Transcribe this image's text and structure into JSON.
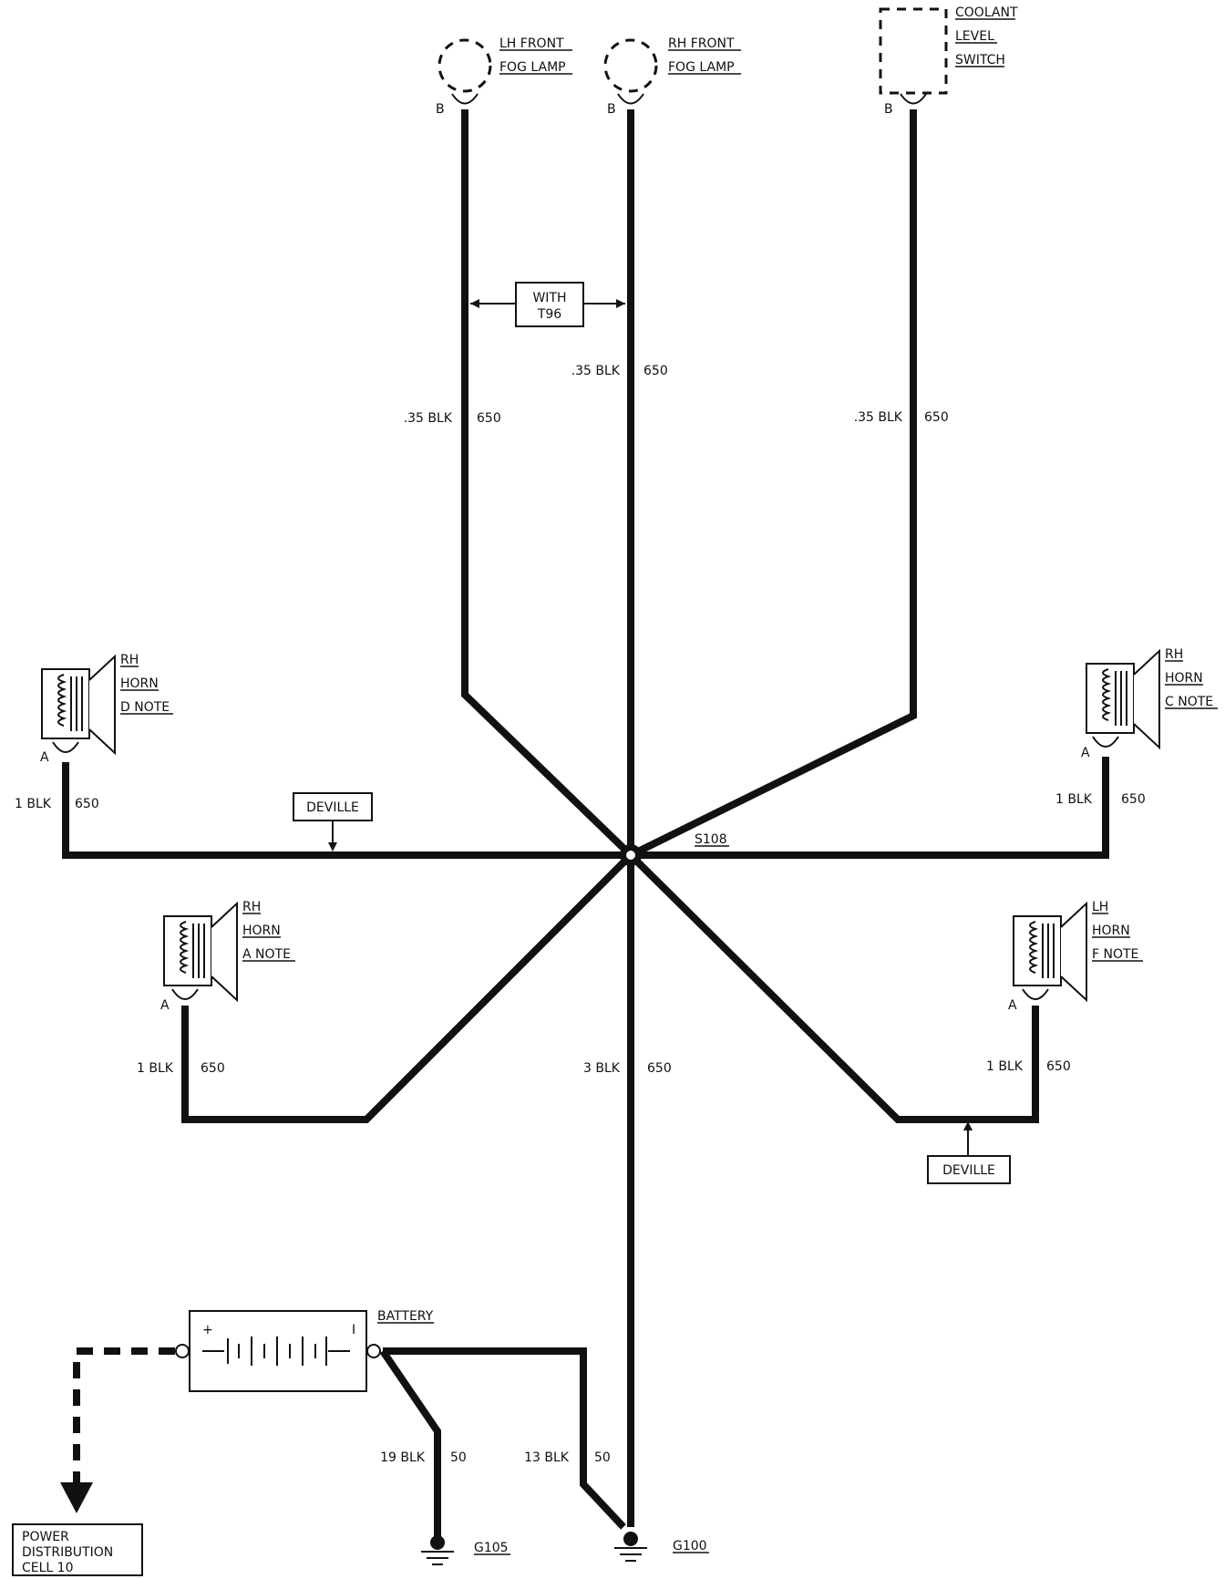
{
  "components": {
    "lh_fog": {
      "line1": "LH FRONT",
      "line2": "FOG LAMP",
      "pin": "B"
    },
    "rh_fog": {
      "line1": "RH FRONT",
      "line2": "FOG LAMP",
      "pin": "B"
    },
    "coolant": {
      "line1": "COOLANT",
      "line2": "LEVEL",
      "line3": "SWITCH",
      "pin": "B"
    },
    "rh_horn_d": {
      "line1": "RH",
      "line2": "HORN",
      "line3": "D NOTE",
      "pin": "A"
    },
    "rh_horn_c": {
      "line1": "RH",
      "line2": "HORN",
      "line3": "C NOTE",
      "pin": "A"
    },
    "rh_horn_a": {
      "line1": "RH",
      "line2": "HORN",
      "line3": "A NOTE",
      "pin": "A"
    },
    "lh_horn_f": {
      "line1": "LH",
      "line2": "HORN",
      "line3": "F NOTE",
      "pin": "A"
    },
    "battery": {
      "label": "BATTERY",
      "plus": "+",
      "minus": "I"
    }
  },
  "wires": {
    "lh_fog": {
      "gauge": ".35 BLK",
      "circuit": "650"
    },
    "rh_fog": {
      "gauge": ".35 BLK",
      "circuit": "650"
    },
    "coolant": {
      "gauge": ".35 BLK",
      "circuit": "650"
    },
    "horn_d": {
      "gauge": "1 BLK",
      "circuit": "650"
    },
    "horn_c": {
      "gauge": "1 BLK",
      "circuit": "650"
    },
    "horn_a": {
      "gauge": "1 BLK",
      "circuit": "650"
    },
    "horn_f": {
      "gauge": "1 BLK",
      "circuit": "650"
    },
    "main": {
      "gauge": "3 BLK",
      "circuit": "650"
    },
    "g105": {
      "gauge": "19 BLK",
      "circuit": "50"
    },
    "g100": {
      "gauge": "13 BLK",
      "circuit": "50"
    }
  },
  "callouts": {
    "with_t96": {
      "line1": "WITH",
      "line2": "T96"
    },
    "deville_left": "DEVILLE",
    "deville_right": "DEVILLE"
  },
  "splice": "S108",
  "grounds": {
    "g105": "G105",
    "g100": "G100"
  },
  "power_dist": {
    "line1": "POWER",
    "line2": "DISTRIBUTION",
    "line3": "CELL 10"
  }
}
